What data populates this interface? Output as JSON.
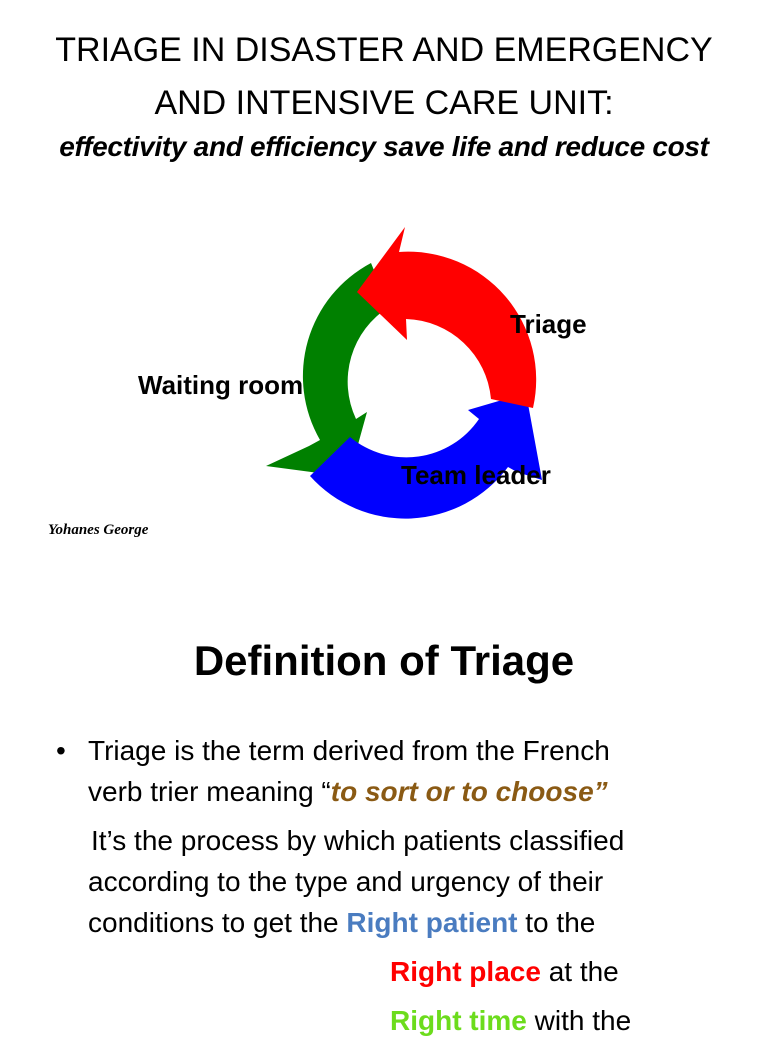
{
  "slide1": {
    "title_line1": "TRIAGE IN DISASTER AND EMERGENCY",
    "title_line2": "AND INTENSIVE CARE UNIT:",
    "subtitle": "effectivity and efficiency save life and reduce cost",
    "cycle": {
      "labels": {
        "triage": "Triage",
        "waiting_room": "Waiting room",
        "team_leader": "Team leader"
      },
      "colors": {
        "triage": "#ff0000",
        "waiting_room": "#008000",
        "team_leader": "#0000ff"
      }
    },
    "author": "Yohanes George"
  },
  "slide2": {
    "title": "Definition of Triage",
    "bullet_char": "•",
    "bullet_line1": "Triage is the term derived from the French",
    "bullet_line2_prefix": "verb trier meaning “",
    "bullet_quote": "to sort or to choose”",
    "para_line1": "It’s the process by which patients classified",
    "para_line2": "according to the type and urgency of their",
    "para_line3_prefix": "conditions to get the  ",
    "right_patient": "Right patient",
    "to_the": " to the",
    "right_place": "Right place",
    "at_the": " at the",
    "right_time": "Right time",
    "with_the": " with the"
  }
}
